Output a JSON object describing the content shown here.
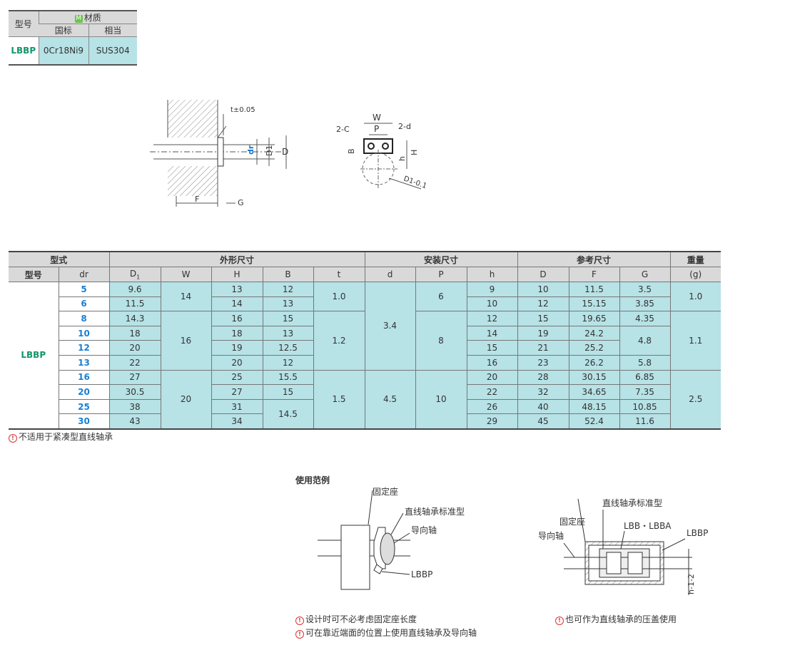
{
  "material": {
    "col_model": "型号",
    "col_material": "材质",
    "material_badge": "M",
    "col_gb": "国标",
    "col_equiv": "相当",
    "model": "LBBP",
    "gb": "0Cr18Ni9",
    "equiv": "SUS304"
  },
  "drawing": {
    "tol_t": "t±0.05",
    "label_dr": "dr",
    "label_D1": "D1",
    "label_D": "D",
    "label_F": "F",
    "label_G": "G",
    "label_W": "W",
    "label_P": "P",
    "label_2C": "2-C",
    "label_2d": "2-d",
    "label_B": "B",
    "label_h": "h",
    "label_H": "H",
    "label_D1tol": "D1-0.1"
  },
  "spec": {
    "group_type": "型式",
    "group_outer": "外形尺寸",
    "group_install": "安装尺寸",
    "group_ref": "参考尺寸",
    "group_weight": "重量",
    "col_model": "型号",
    "col_dr": "dr",
    "col_D1": "D",
    "col_D1_sub": "1",
    "col_W": "W",
    "col_H": "H",
    "col_B": "B",
    "col_t": "t",
    "col_d": "d",
    "col_P": "P",
    "col_h": "h",
    "col_D": "D",
    "col_F": "F",
    "col_G": "G",
    "col_weight_unit": "(g)",
    "model": "LBBP",
    "rows": [
      {
        "dr": "5",
        "D1": "9.6",
        "W": "14",
        "H": "13",
        "B": "12",
        "t": "1.0",
        "d": "3.4",
        "P": "6",
        "h": "9",
        "D": "10",
        "F": "11.5",
        "G": "3.5",
        "wt": "1.0"
      },
      {
        "dr": "6",
        "D1": "11.5",
        "H": "14",
        "B": "13",
        "h": "10",
        "D": "12",
        "F": "15.15",
        "G": "3.85"
      },
      {
        "dr": "8",
        "D1": "14.3",
        "W": "16",
        "H": "16",
        "B": "15",
        "P": "8",
        "h": "12",
        "D": "15",
        "F": "19.65",
        "G": "4.35",
        "wt": "1.1"
      },
      {
        "dr": "10",
        "D1": "18",
        "H": "18",
        "B": "13",
        "t": "1.2",
        "h": "14",
        "D": "19",
        "F": "24.2",
        "G": "4.8"
      },
      {
        "dr": "12",
        "D1": "20",
        "H": "19",
        "B": "12.5",
        "h": "15",
        "D": "21",
        "F": "25.2"
      },
      {
        "dr": "13",
        "D1": "22",
        "H": "20",
        "B": "12",
        "h": "16",
        "D": "23",
        "F": "26.2",
        "G": "5.8"
      },
      {
        "dr": "16",
        "D1": "27",
        "W": "20",
        "H": "25",
        "B": "15.5",
        "t": "1.5",
        "d": "4.5",
        "P": "10",
        "h": "20",
        "D": "28",
        "F": "30.15",
        "G": "6.85",
        "wt": "2.5"
      },
      {
        "dr": "20",
        "D1": "30.5",
        "H": "27",
        "B": "15",
        "h": "22",
        "D": "32",
        "F": "34.65",
        "G": "7.35"
      },
      {
        "dr": "25",
        "D1": "38",
        "H": "31",
        "B": "14.5",
        "h": "26",
        "D": "40",
        "F": "48.15",
        "G": "10.85"
      },
      {
        "dr": "30",
        "D1": "43",
        "H": "34",
        "h": "29",
        "D": "45",
        "F": "52.4",
        "G": "11.6"
      }
    ],
    "note": "不适用于紧凑型直线轴承"
  },
  "usage": {
    "title": "使用范例",
    "left_fixed_seat": "固定座",
    "left_bearing": "直线轴承标准型",
    "left_guide_shaft": "导向轴",
    "left_lbbp": "LBBP",
    "right_bearing": "直线轴承标准型",
    "right_fixed_seat": "固定座",
    "right_guide_shaft": "导向轴",
    "right_lbb": "LBB・LBBA",
    "right_lbbp": "LBBP",
    "right_dim": "h-1-2",
    "note1": "设计时可不必考虑固定座长度",
    "note2": "可在靠近端面的位置上使用直线轴承及导向轴",
    "note3": "也可作为直线轴承的压盖使用"
  },
  "colors": {
    "cell_cyan": "#b7e2e6",
    "header_gray": "#d9d9d9",
    "model_green": "#13956a",
    "dr_blue": "#1a7fd1",
    "warn_red": "#d33333"
  }
}
